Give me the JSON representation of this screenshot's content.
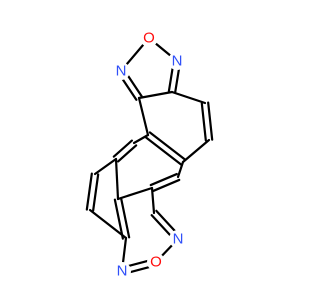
{
  "molecule": {
    "atoms": [
      {
        "id": "O1",
        "label": "O",
        "color": "#ff0d0d"
      },
      {
        "id": "N1",
        "label": "N",
        "color": "#3050f8"
      },
      {
        "id": "N2",
        "label": "N",
        "color": "#3050f8"
      },
      {
        "id": "N3",
        "label": "N",
        "color": "#3050f8"
      },
      {
        "id": "N4",
        "label": "N",
        "color": "#3050f8"
      },
      {
        "id": "O2",
        "label": "O",
        "color": "#ff0d0d"
      }
    ]
  }
}
